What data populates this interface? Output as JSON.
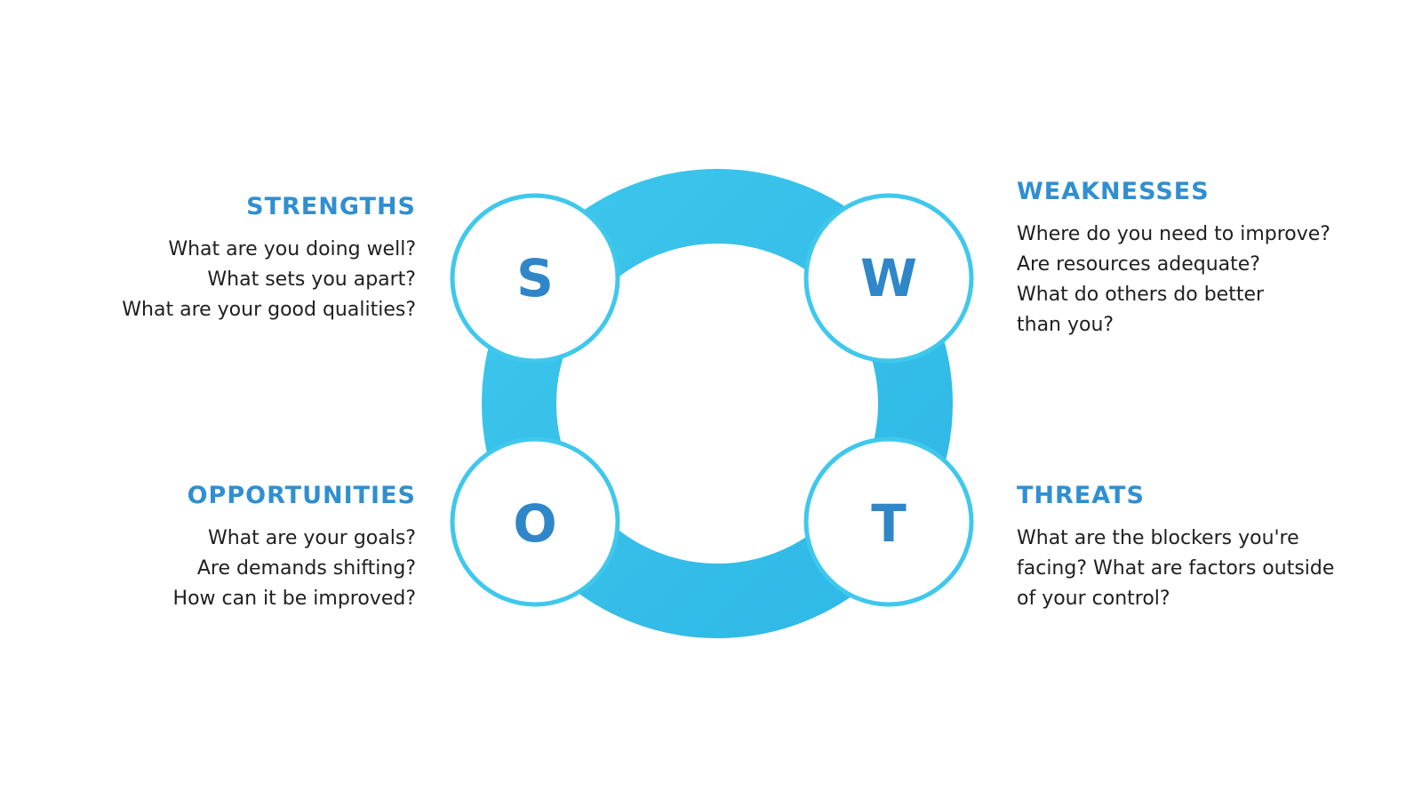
{
  "colors": {
    "heading": "#2f8fd0",
    "ring": "#3fc8ec",
    "ring_dark": "#1fa4d8",
    "letter": "#2f86c8",
    "text": "#1f1f1f",
    "background": "#ffffff"
  },
  "quadrants": {
    "strengths": {
      "letter": "S",
      "heading": "STRENGTHS",
      "lines": [
        "What are you doing well?",
        "What sets you apart?",
        "What are your good qualities?"
      ]
    },
    "weaknesses": {
      "letter": "W",
      "heading": "WEAKNESSES",
      "lines": [
        "Where do you need to improve?",
        "Are resources adequate?",
        "What do others do better",
        "than you?"
      ]
    },
    "opportunities": {
      "letter": "O",
      "heading": "OPPORTUNITIES",
      "lines": [
        "What are your goals?",
        "Are demands shifting?",
        "How can it be improved?"
      ]
    },
    "threats": {
      "letter": "T",
      "heading": "THREATS",
      "lines": [
        "What are the blockers you're",
        "facing? What are factors outside",
        "of your control?"
      ]
    }
  }
}
